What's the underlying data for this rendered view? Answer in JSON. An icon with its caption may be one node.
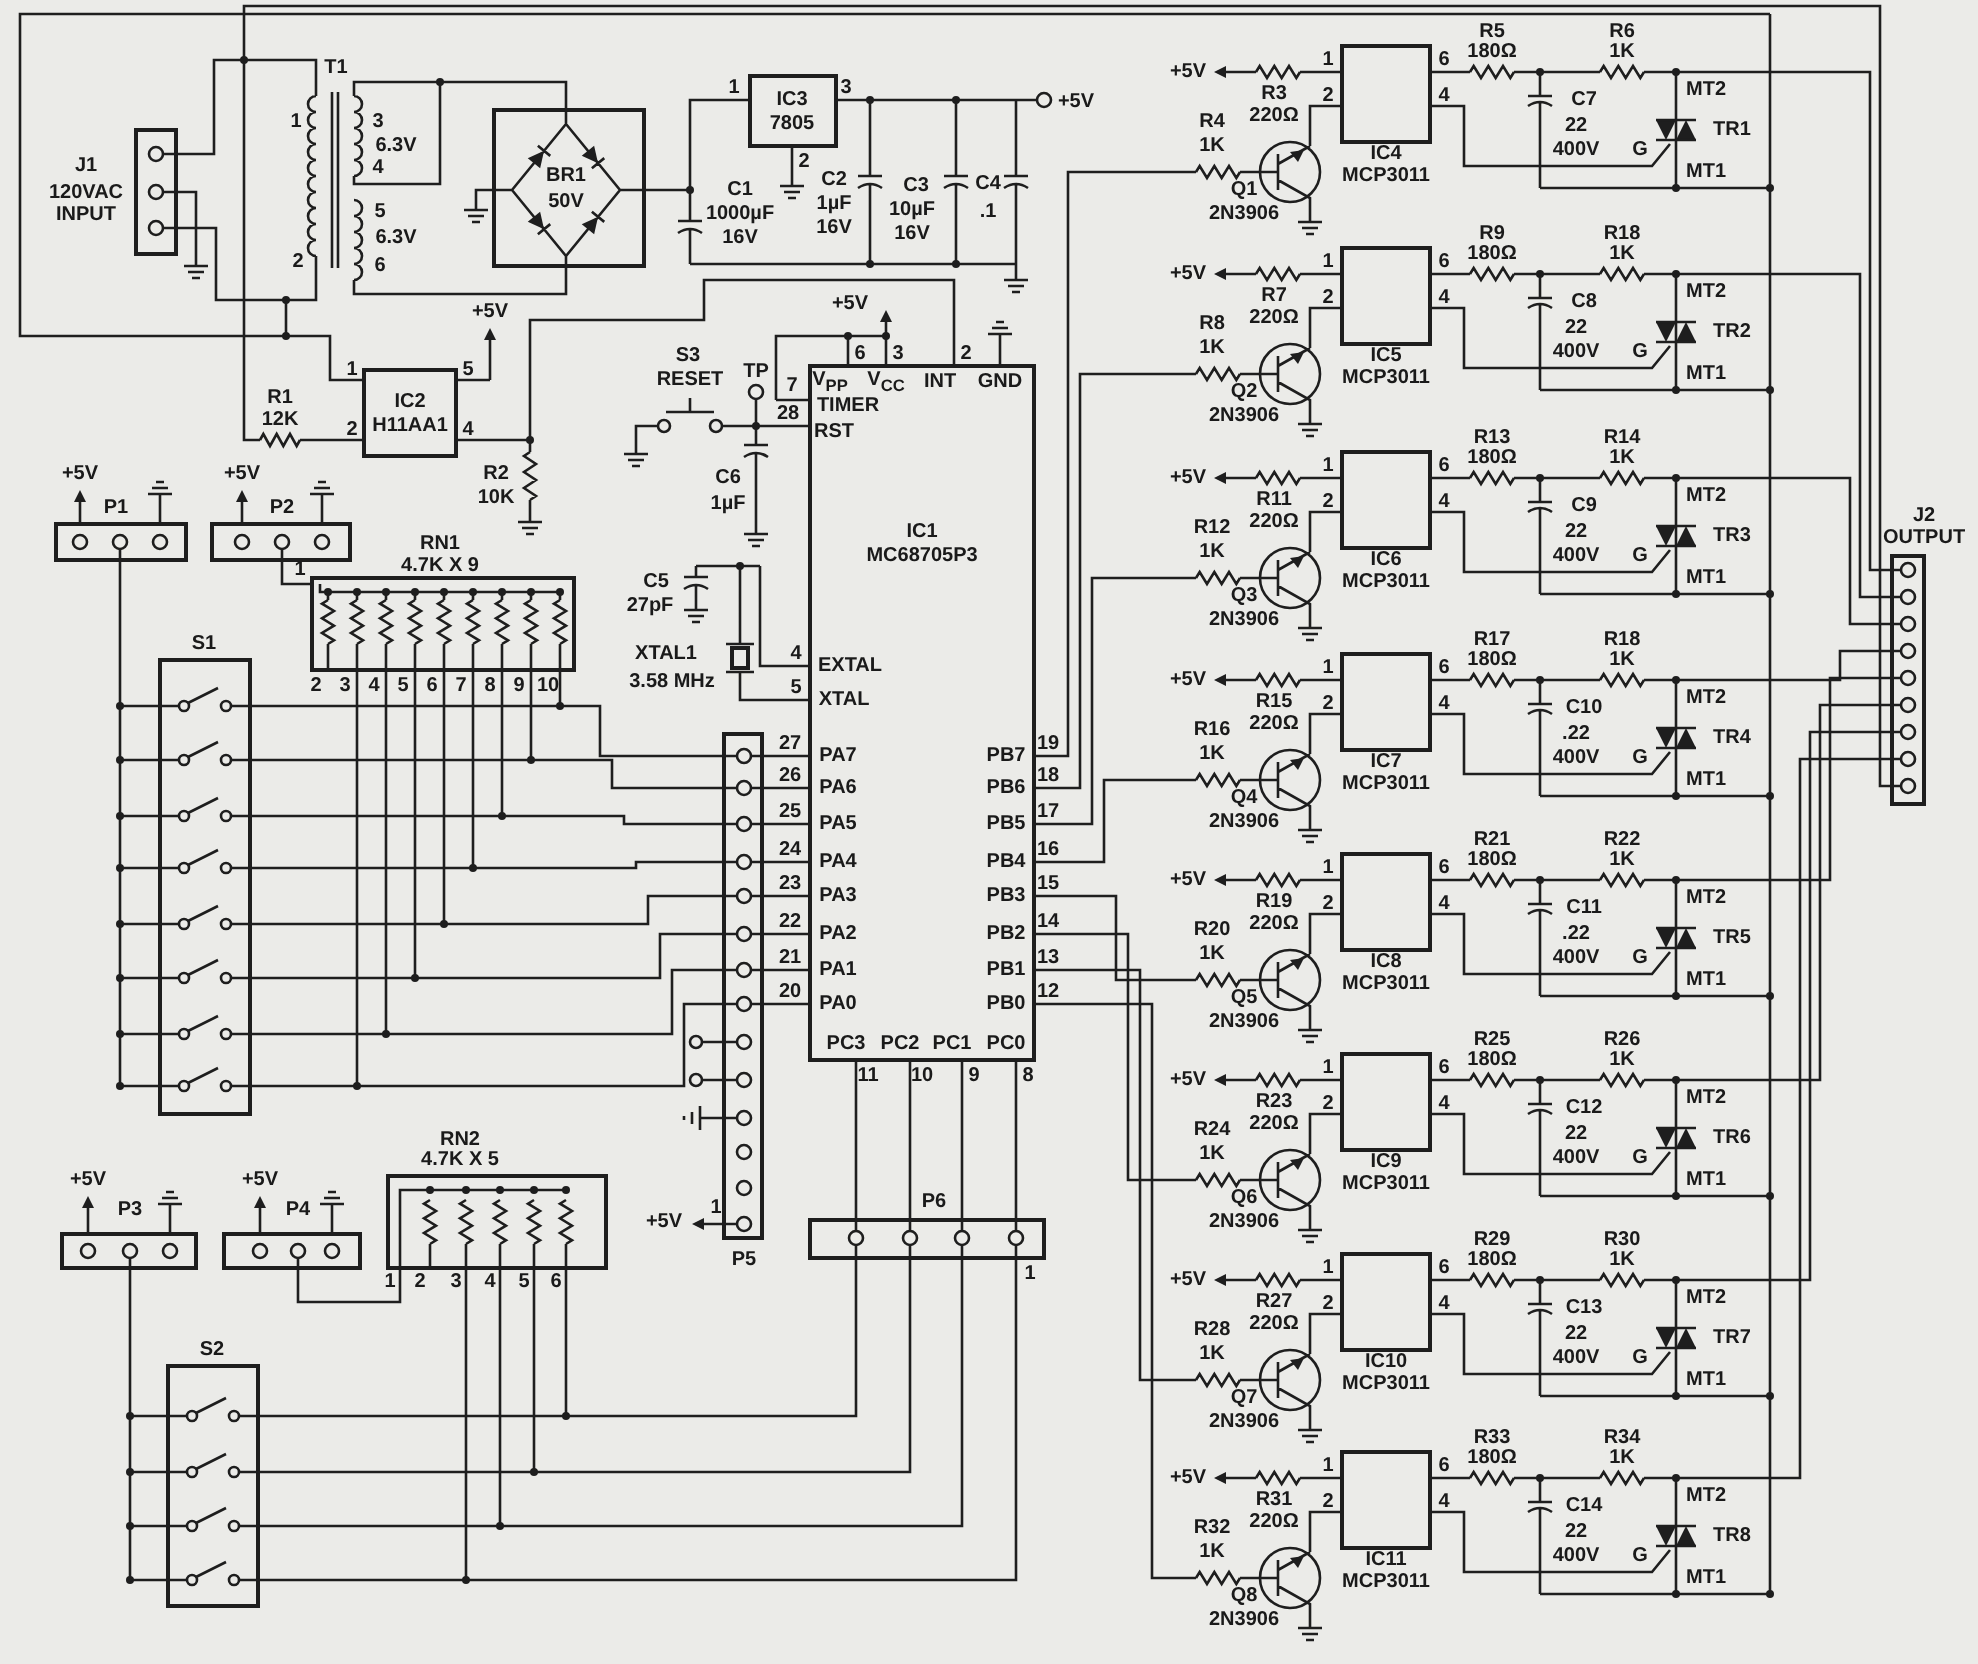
{
  "diagram": {
    "labels": [
      "J1",
      "120VAC INPUT",
      "T1",
      "1",
      "3",
      "6.3V",
      "4",
      "5",
      "6.3V",
      "2",
      "6",
      "BR1",
      "50V",
      "IC3",
      "7805",
      "1",
      "3",
      "2",
      "C1",
      "1000µF",
      "16V",
      "C2",
      "1µF",
      "16V",
      "C3",
      "10µF",
      "16V",
      "C4",
      ".1",
      "+5V",
      "+5V",
      "1",
      "5",
      "R1",
      "IC2",
      "12K",
      "2",
      "H11AA1",
      "4",
      "R2",
      "10K",
      "+5V",
      "S3",
      "6",
      "3",
      "2",
      "RESET",
      "TP",
      "7",
      "V$_{PP}$",
      "V$_{CC}$",
      "INT",
      "GND",
      "TIMER",
      "28",
      "RST",
      "C6",
      "1µF",
      "+5V",
      "+5V",
      "P1",
      "P2",
      "IC1",
      "MC68705P3",
      "RN1",
      "1",
      "4.7K X 9",
      "C5",
      "27pF",
      "S1",
      "XTAL1",
      "4",
      "EXTAL",
      "3.58 MHz",
      "5",
      "XTAL",
      "2",
      "3",
      "4",
      "5",
      "6",
      "7",
      "8",
      "9",
      "10",
      "27",
      "PA7",
      "PB7",
      "19",
      "26",
      "PA6",
      "PB6",
      "18",
      "25",
      "PA5",
      "PB5",
      "17",
      "24",
      "PA4",
      "PB4",
      "16",
      "23",
      "PA3",
      "PB3",
      "15",
      "22",
      "PA2",
      "PB2",
      "14",
      "21",
      "PA1",
      "PB1",
      "13",
      "20",
      "PA0",
      "PB0",
      "12",
      "PC3",
      "PC2",
      "PC1",
      "PC0",
      "11",
      "10",
      "9",
      "8",
      "RN2",
      "4.7K X 5",
      "+5V",
      "+5V",
      "P3",
      "P4",
      "P6",
      "+5V",
      "1",
      "1",
      "1",
      "2",
      "3",
      "4",
      "5",
      "6",
      "P5",
      "S2",
      "+5V",
      "1",
      "6",
      "R3",
      "220Ω",
      "2",
      "4",
      "R4",
      "1K",
      "R5",
      "180Ω",
      "C7",
      "22",
      "400V",
      "R6",
      "1K",
      "MT2",
      "TR1",
      "G",
      "MT1",
      "Q1",
      "2N3906",
      "IC4",
      "MCP3011",
      "+5V",
      "1",
      "6",
      "R7",
      "220Ω",
      "2",
      "4",
      "R8",
      "1K",
      "R9",
      "180Ω",
      "C8",
      "22",
      "400V",
      "R18",
      "1K",
      "MT2",
      "TR2",
      "G",
      "MT1",
      "Q2",
      "2N3906",
      "IC5",
      "MCP3011",
      "+5V",
      "1",
      "6",
      "R11",
      "220Ω",
      "2",
      "4",
      "R12",
      "1K",
      "R13",
      "180Ω",
      "C9",
      "22",
      "400V",
      "R14",
      "1K",
      "MT2",
      "TR3",
      "G",
      "MT1",
      "Q3",
      "2N3906",
      "IC6",
      "MCP3011",
      "+5V",
      "1",
      "6",
      "R15",
      "220Ω",
      "2",
      "4",
      "R16",
      "1K",
      "R17",
      "180Ω",
      "C10",
      ".22",
      "400V",
      "R18",
      "1K",
      "MT2",
      "TR4",
      "G",
      "MT1",
      "Q4",
      "2N3906",
      "IC7",
      "MCP3011",
      "+5V",
      "1",
      "6",
      "R19",
      "220Ω",
      "2",
      "4",
      "R20",
      "1K",
      "R21",
      "180Ω",
      "C11",
      ".22",
      "400V",
      "R22",
      "1K",
      "MT2",
      "TR5",
      "G",
      "MT1",
      "Q5",
      "2N3906",
      "IC8",
      "MCP3011",
      "+5V",
      "1",
      "6",
      "R23",
      "220Ω",
      "2",
      "4",
      "R24",
      "1K",
      "R25",
      "180Ω",
      "C12",
      "22",
      "400V",
      "R26",
      "1K",
      "MT2",
      "TR6",
      "G",
      "MT1",
      "Q6",
      "2N3906",
      "IC9",
      "MCP3011",
      "+5V",
      "1",
      "6",
      "R27",
      "220Ω",
      "2",
      "4",
      "R28",
      "1K",
      "R29",
      "180Ω",
      "C13",
      "22",
      "400V",
      "R30",
      "1K",
      "MT2",
      "TR7",
      "G",
      "MT1",
      "Q7",
      "2N3906",
      "IC10",
      "MCP3011",
      "+5V",
      "1",
      "6",
      "R31",
      "220Ω",
      "2",
      "4",
      "R32",
      "1K",
      "R33",
      "180Ω",
      "C14",
      "22",
      "400V",
      "R34",
      "1K",
      "MT2",
      "TR8",
      "G",
      "MT1",
      "Q8",
      "2N3906",
      "IC11",
      "MCP3011",
      "J2",
      "OUTPUT"
    ]
  }
}
